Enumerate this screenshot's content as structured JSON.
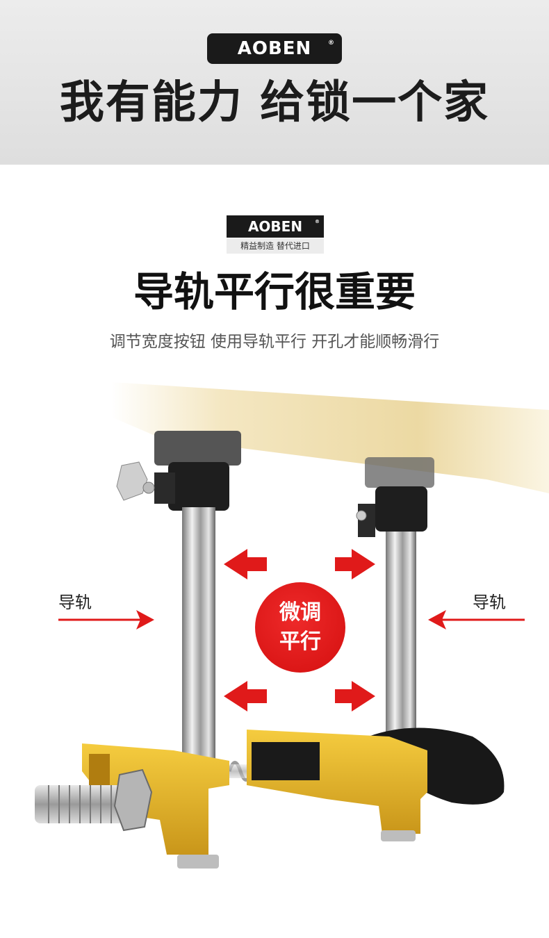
{
  "banner": {
    "brand": "AOBEN",
    "headline": "我有能力 给锁一个家"
  },
  "section": {
    "brand": "AOBEN",
    "tagline": "精益制造 替代进口",
    "title": "导轨平行很重要",
    "subtitle": "调节宽度按钮 使用导轨平行 开孔才能顺畅滑行"
  },
  "figure": {
    "label_left": "导轨",
    "label_right": "导轨",
    "badge_line1": "微调",
    "badge_line2": "平行"
  },
  "colors": {
    "accent_red": "#e01a1a",
    "gold": "#e1b12c",
    "banner_gray": "#e4e4e4"
  }
}
